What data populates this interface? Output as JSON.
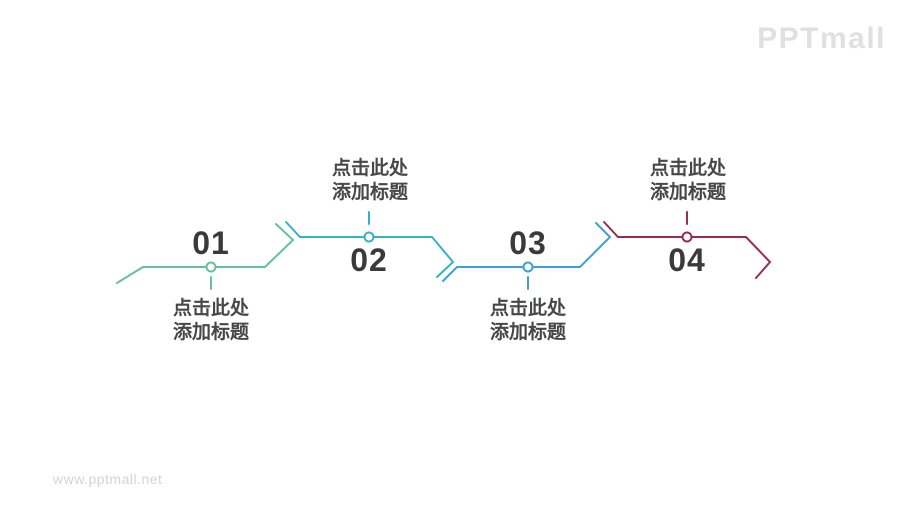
{
  "brand": {
    "logo_text": "PPTmall",
    "watermark_text": "www.pptmall.net",
    "logo_color": "#e0e0e0",
    "watermark_color": "#d4d4d4"
  },
  "timeline": {
    "description": "4-step zigzag timeline, alternating high/low segments with chevron breaks",
    "number_color": "#3a3a3a",
    "label_color": "#474747",
    "steps": [
      {
        "number": "01",
        "label_line1": "点击此处",
        "label_line2": "添加标题",
        "color": "#63c19e",
        "label_position": "below"
      },
      {
        "number": "02",
        "label_line1": "点击此处",
        "label_line2": "添加标题",
        "color": "#36b2c4",
        "label_position": "above"
      },
      {
        "number": "03",
        "label_line1": "点击此处",
        "label_line2": "添加标题",
        "color": "#3e9fd4",
        "label_position": "below"
      },
      {
        "number": "04",
        "label_line1": "点击此处",
        "label_line2": "添加标题",
        "color": "#9c2b4f",
        "label_position": "above"
      }
    ]
  }
}
